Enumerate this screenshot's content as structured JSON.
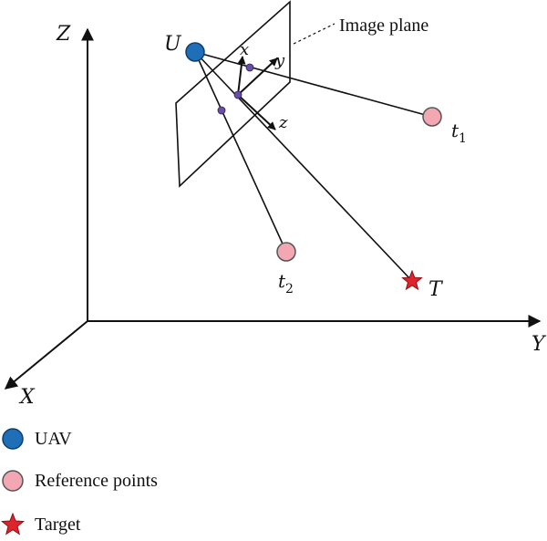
{
  "axes": {
    "x_label": "X",
    "y_label": "Y",
    "z_label": "Z"
  },
  "uav": {
    "label": "U"
  },
  "camera_axes": {
    "x_label": "x",
    "y_label": "y",
    "z_label": "z"
  },
  "image_plane": {
    "label": "Image plane"
  },
  "reference_points": [
    {
      "label_base": "t",
      "label_sub": "1"
    },
    {
      "label_base": "t",
      "label_sub": "2"
    }
  ],
  "target": {
    "label": "T"
  },
  "legend": {
    "items": [
      {
        "text": "UAV",
        "icon": "uav-circle-icon"
      },
      {
        "text": "Reference points",
        "icon": "reference-point-circle-icon"
      },
      {
        "text": "Target",
        "icon": "star-icon"
      }
    ]
  },
  "colors": {
    "uav_fill": "#1f6fb8",
    "uav_stroke": "#0d3f6e",
    "reference_fill": "#f2a7b3",
    "reference_stroke": "#555555",
    "target_fill": "#e0242c",
    "projection_fill": "#6a4fa8",
    "line": "#111111"
  }
}
